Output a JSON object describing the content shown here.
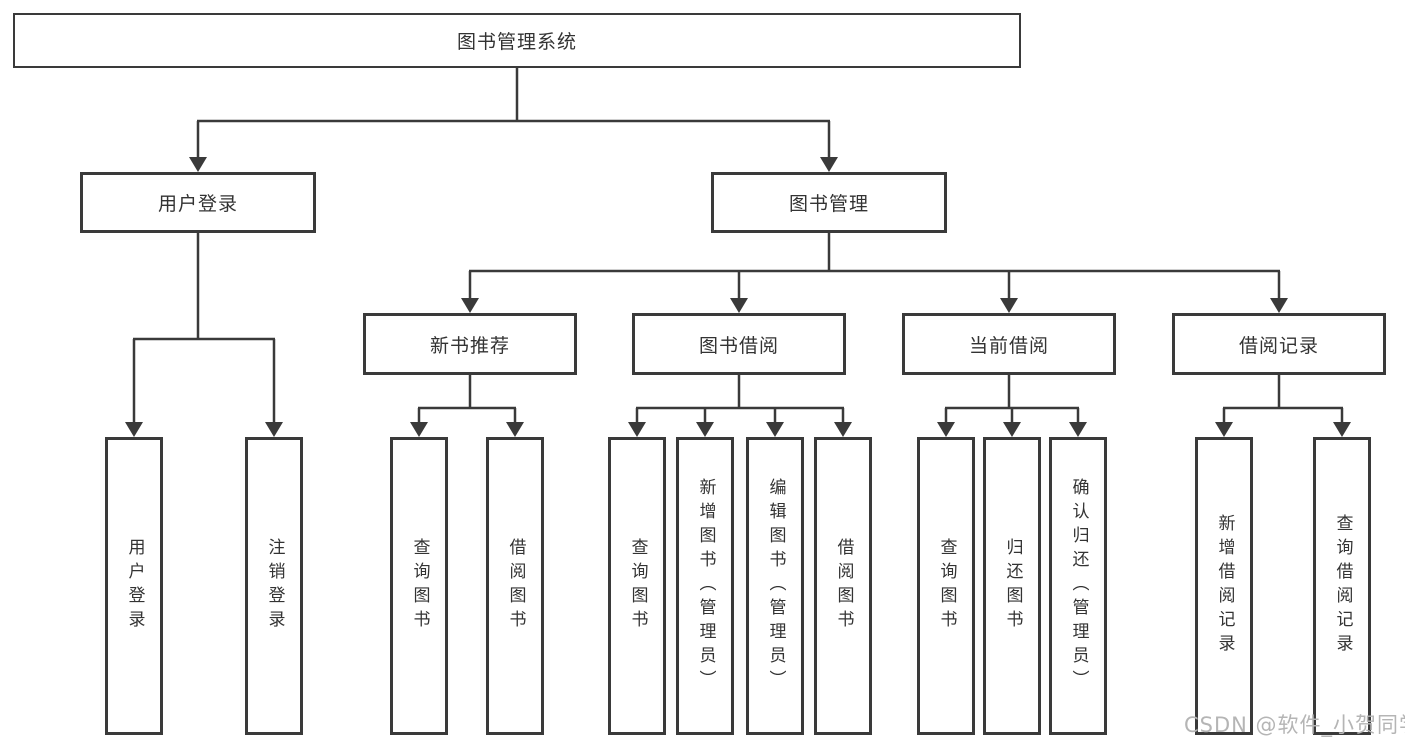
{
  "tree": {
    "root": {
      "label": "图书管理系统"
    },
    "children": [
      {
        "label": "用户登录",
        "children": [
          {
            "label": "用户登录"
          },
          {
            "label": "注销登录"
          }
        ]
      },
      {
        "label": "图书管理",
        "children": [
          {
            "label": "新书推荐",
            "children": [
              {
                "label": "查询图书"
              },
              {
                "label": "借阅图书"
              }
            ]
          },
          {
            "label": "图书借阅",
            "children": [
              {
                "label": "查询图书"
              },
              {
                "label": "新增图书（管理员）"
              },
              {
                "label": "编辑图书（管理员）"
              },
              {
                "label": "借阅图书"
              }
            ]
          },
          {
            "label": "当前借阅",
            "children": [
              {
                "label": "查询图书"
              },
              {
                "label": "归还图书"
              },
              {
                "label": "确认归还（管理员）"
              }
            ]
          },
          {
            "label": "借阅记录",
            "children": [
              {
                "label": "新增借阅记录"
              },
              {
                "label": "查询借阅记录"
              }
            ]
          }
        ]
      }
    ]
  },
  "watermark": {
    "text": "CSDN @软件_小贺同学"
  },
  "colors": {
    "line": "#3a3a3a",
    "text": "#333333",
    "watermark": "#b5b5b5",
    "background": "#ffffff"
  }
}
